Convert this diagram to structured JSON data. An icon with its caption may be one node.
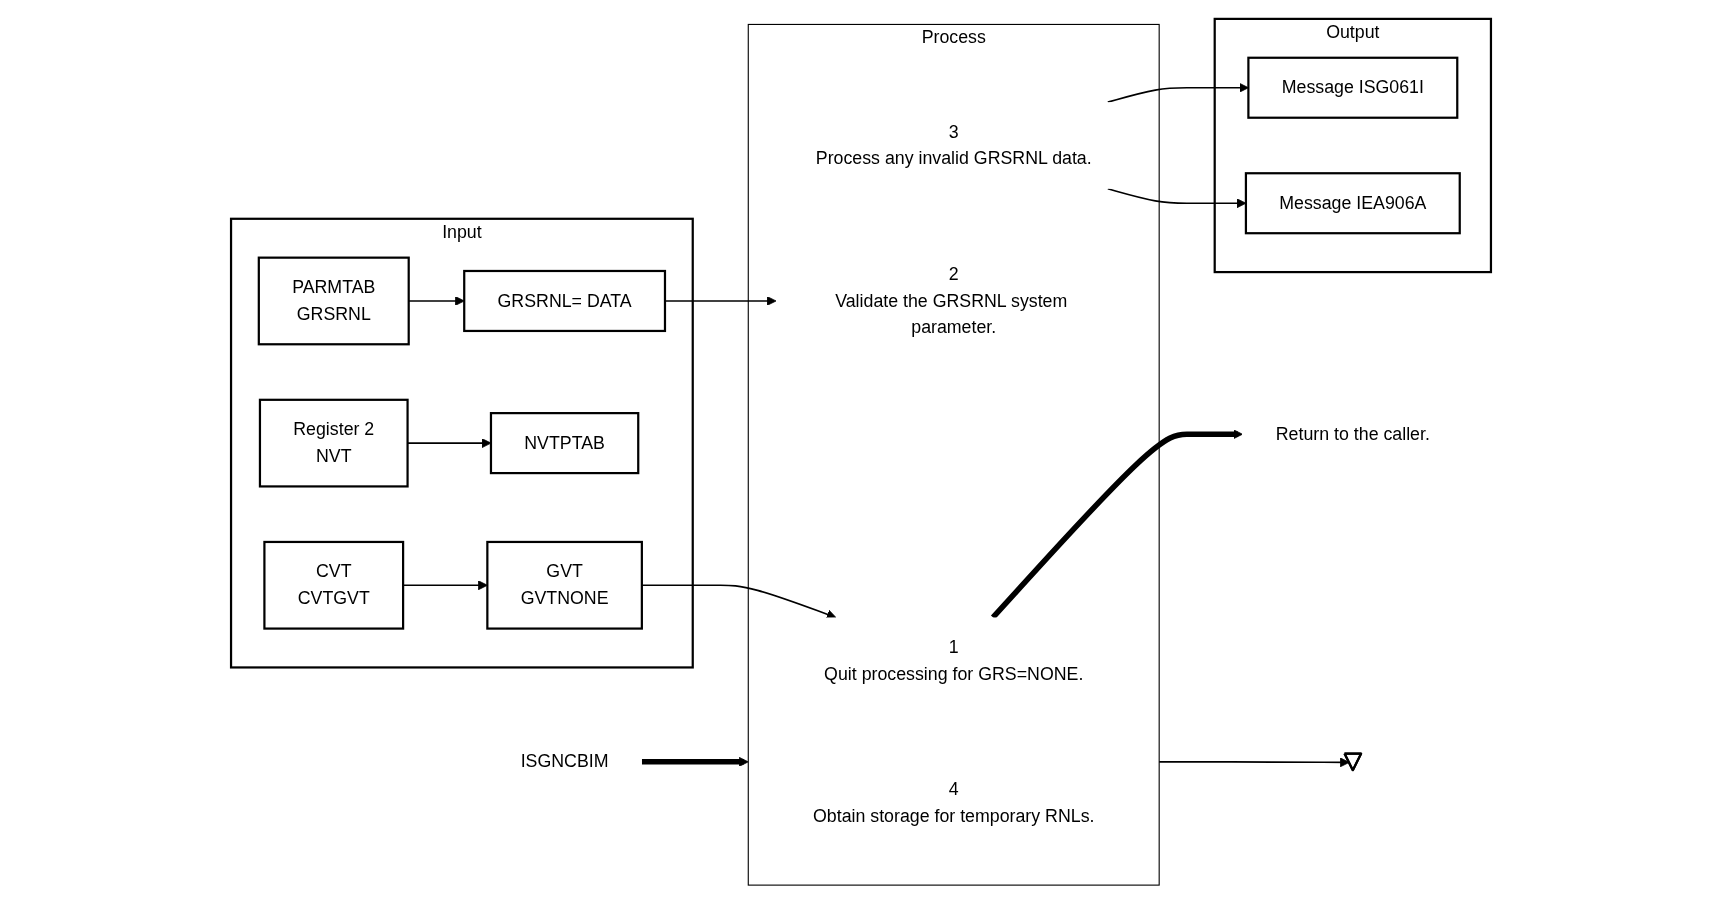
{
  "diagram": {
    "nodes": [
      {
        "text": [
          "Input"
        ]
      },
      {
        "text": [
          "CVT",
          "CVTGVT"
        ],
        "in": 0
      },
      {
        "text": [
          "GVT",
          "GVTNONE"
        ],
        "in": 0
      },
      {
        "text": [
          "Register 2",
          "NVT"
        ],
        "in": 0
      },
      {
        "text": [
          "NVTPTAB"
        ],
        "in": 0
      },
      {
        "text": [
          "PARMTAB",
          "GRSRNL"
        ],
        "in": 0
      },
      {
        "text": [
          "GRSRNL= DATA"
        ],
        "in": 0
      },
      {
        "text": [
          "Process"
        ]
      },
      {
        "text": [
          "1",
          "Quit processing for GRS=NONE."
        ],
        "in": 7
      },
      {
        "text": [
          "2",
          "Validate the GRSRNL system parameter."
        ],
        "in": 7
      },
      {
        "text": [
          "3",
          "Process any invalid GRSRNL data."
        ],
        "in": 7
      },
      {
        "text": [
          "4",
          "Obtain storage for temporary RNLs."
        ],
        "in": 7
      },
      {
        "text": [
          "Return to the caller."
        ]
      },
      {
        "text": [
          "Output"
        ]
      },
      {
        "text": [
          "Message ISG061I"
        ],
        "in": 13
      },
      {
        "text": [
          "Message IEA906A"
        ],
        "in": 13
      },
      {
        "text": [
          "ISGNCBIM"
        ]
      },
      {
        "text": [],
        "shape": "pentagon"
      }
    ],
    "edges": [
      {
        "from": 1,
        "to": 2,
        "arrow": "to"
      },
      {
        "from": 3,
        "to": 4,
        "arrow": "to"
      },
      {
        "from": 5,
        "to": 6,
        "arrow": "to"
      },
      {
        "from": 2,
        "to": 8,
        "arrow": "to"
      },
      {
        "from": 6,
        "to": 9,
        "arrow": "to"
      },
      {
        "from": 8,
        "to": 12,
        "arrow": "to",
        "style": "thick"
      },
      {
        "from": 10,
        "to": 14,
        "arrow": "to"
      },
      {
        "from": 10,
        "to": 15,
        "arrow": "to"
      },
      {
        "from": 16,
        "to": 7,
        "arrow": "to",
        "style": "thick"
      },
      {
        "from": 7,
        "to": 17,
        "arrow": "to"
      }
    ]
  }
}
